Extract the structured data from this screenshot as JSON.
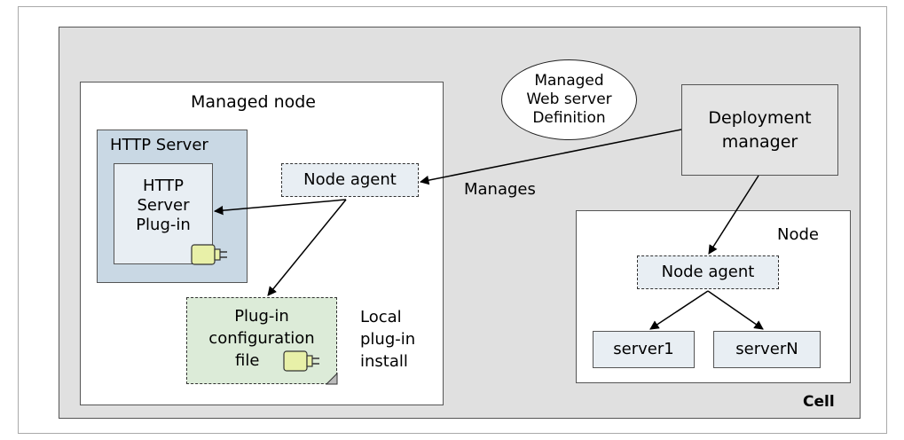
{
  "cell_label": "Cell",
  "managed_node": {
    "title": "Managed node",
    "http_server": {
      "title": "HTTP Server",
      "plugin_label": "HTTP\nServer\nPlug-in"
    },
    "node_agent": "Node agent",
    "config_file": {
      "label_line1": "Plug-in",
      "label_line2": "configuration",
      "label_line3": "file"
    },
    "local_install": "Local\nplug-in\ninstall"
  },
  "managed_web_server_definition": "Managed\nWeb server\nDefinition",
  "deployment_manager": "Deployment\nmanager",
  "manages_label": "Manages",
  "node": {
    "title": "Node",
    "node_agent": "Node agent",
    "servers": [
      "server1",
      "serverN"
    ]
  }
}
